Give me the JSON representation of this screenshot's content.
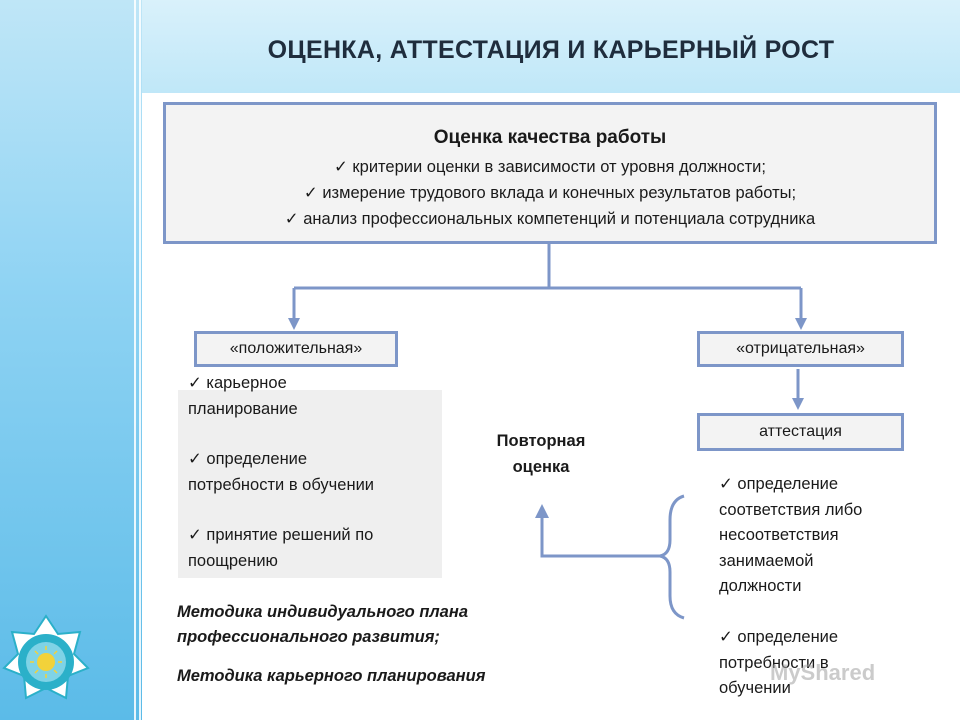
{
  "title": "ОЦЕНКА, АТТЕСТАЦИЯ И КАРЬЕРНЫЙ РОСТ",
  "main_box": {
    "heading": "Оценка качества работы",
    "items": [
      "✓ критерии оценки в зависимости от уровня должности;",
      "✓ измерение трудового вклада и конечных результатов работы;",
      "✓ анализ профессиональных компетенций и потенциала сотрудника"
    ]
  },
  "positive": {
    "label": "«положительная»",
    "items": [
      [
        "✓ карьерное",
        "планирование"
      ],
      [
        "✓ определение",
        "потребности в обучении"
      ],
      [
        "✓ принятие решений по",
        "поощрению"
      ]
    ]
  },
  "negative": {
    "label": "«отрицательная»",
    "attestation_label": "аттестация",
    "items": [
      [
        "✓ определение",
        "соответствия либо",
        "несоответствия",
        "занимаемой",
        "должности"
      ],
      [
        "✓ определение",
        "потребности в",
        "обучении"
      ]
    ]
  },
  "repeat_assessment": [
    "Повторная",
    "оценка"
  ],
  "methods": [
    [
      "Методика индивидуального плана",
      "профессионального развития;"
    ],
    [
      "Методика карьерного планирования"
    ]
  ],
  "watermark": "MyShared",
  "colors": {
    "border": "#7d96c8",
    "box_fill": "#f3f3f3",
    "band": "#8fd3f3"
  }
}
